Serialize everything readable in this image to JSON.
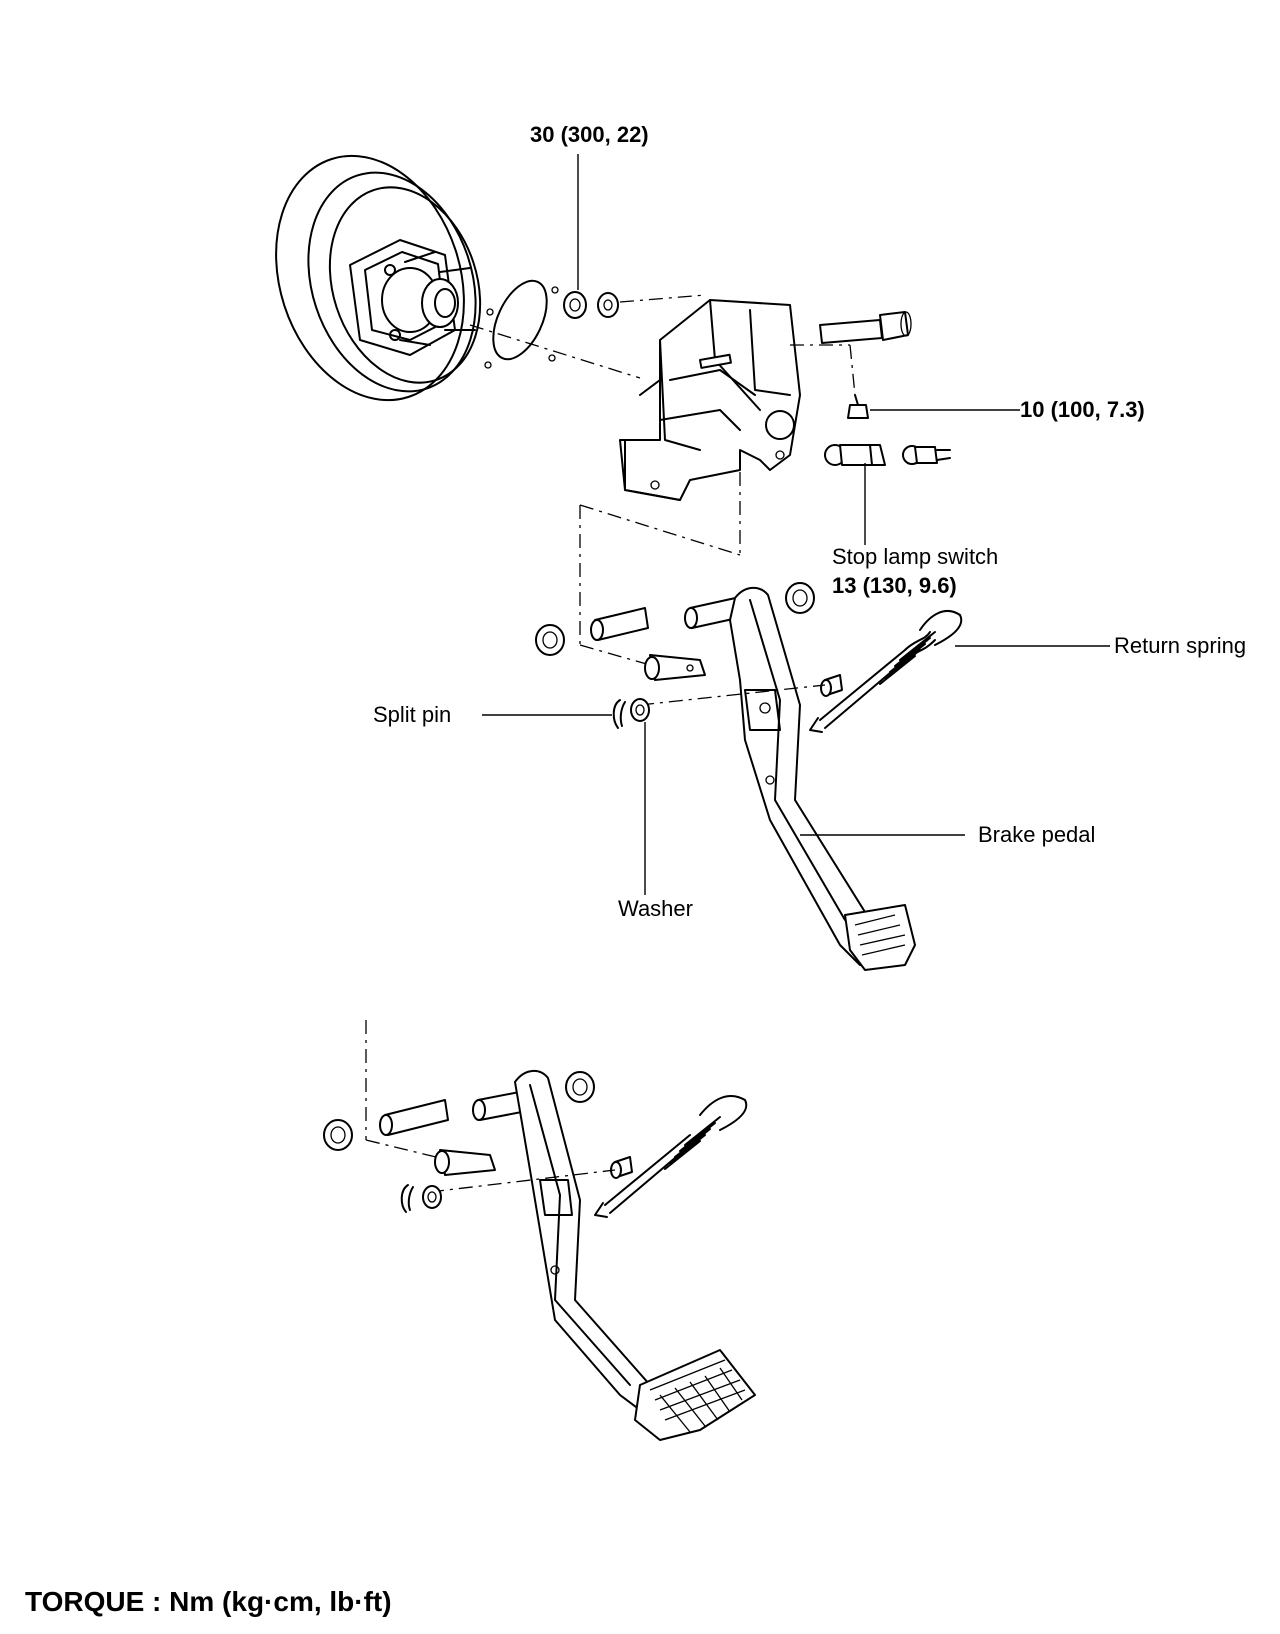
{
  "labels": {
    "torque_booster_nut": "30 (300, 22)",
    "torque_bracket_bolt": "10 (100, 7.3)",
    "stop_lamp_switch": "Stop lamp switch",
    "torque_stop_lamp_switch": "13 (130, 9.6)",
    "return_spring": "Return spring",
    "split_pin": "Split pin",
    "brake_pedal": "Brake pedal",
    "washer": "Washer"
  },
  "footer": {
    "torque_units": "TORQUE : Nm (kg·cm, lb·ft)"
  },
  "icons": [
    "brake-booster-icon",
    "pedal-bracket-icon",
    "brake-pedal-icon",
    "return-spring-icon",
    "split-pin-icon",
    "washer-icon",
    "stop-lamp-switch-icon"
  ]
}
